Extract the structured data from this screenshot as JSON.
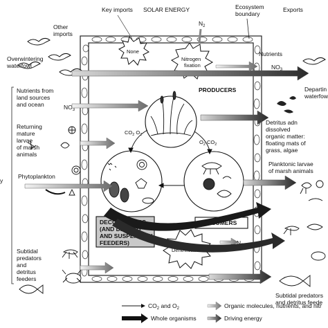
{
  "header": {
    "key_imports": "Key imports",
    "solar_energy": "SOLAR ENERGY",
    "n2_top": "N",
    "n2_top_sub": "2",
    "ecosystem_boundary": [
      "Ecosystem",
      "boundary"
    ],
    "exports": "Exports"
  },
  "imports": {
    "other_imports": [
      "Other",
      "imports"
    ],
    "overwintering_waterfowl": [
      "Overwintering",
      "waterfowl"
    ],
    "nutrients_from_land": [
      "Nutrients from",
      "land sources",
      "and ocean"
    ],
    "no3_left": "NO",
    "no3_left_sub": "3",
    "returning_larvae": [
      "Returning",
      "mature",
      "larvae",
      "of marsh",
      "animals"
    ],
    "phytoplankton": "Phytoplankton",
    "y_left": "y",
    "subtidal_predators_left": [
      "Subtidal",
      "predators",
      "and",
      "detritus",
      "feeders"
    ]
  },
  "center": {
    "none": "None",
    "nitrogen_fixation": [
      "Nitrogen",
      "fixation"
    ],
    "producers": "PRODUCERS",
    "co2_o2_left": [
      "CO",
      "2",
      " O",
      "2"
    ],
    "o2_co2_right": [
      "O",
      "2",
      " CO",
      "2"
    ],
    "decomposers": [
      "DECOMPOSERS",
      "(AND DEPOSIT",
      "AND SUSPENSION",
      "FEEDERS)"
    ],
    "consumers": "CONSUMERS",
    "denitrification": "Dentrification",
    "n2_bottom": "N",
    "n2_bottom_sub": "2"
  },
  "exports": {
    "nutrients": "Nutrients",
    "no3_right": "NO",
    "no3_right_sub": "3",
    "departing_waterfowl": [
      "Departin",
      "waterfow"
    ],
    "detritus": [
      "Detritus adn",
      "dissolved",
      "organic matter:",
      "floating mats of",
      "grass, algae"
    ],
    "planktonic_larvae": [
      "Planktonic larvae",
      "of marsh animals"
    ],
    "subtidal_predators_right": [
      "Subtidal predators",
      "and detritus feede"
    ]
  },
  "legend": {
    "co2_o2": [
      "CO",
      "2",
      " and O",
      "2"
    ],
    "whole_organisms": "Whole organisms",
    "organic_molecules": "Organic molecules, nutrients, and nitr",
    "driving_energy": "Driving energy"
  }
}
